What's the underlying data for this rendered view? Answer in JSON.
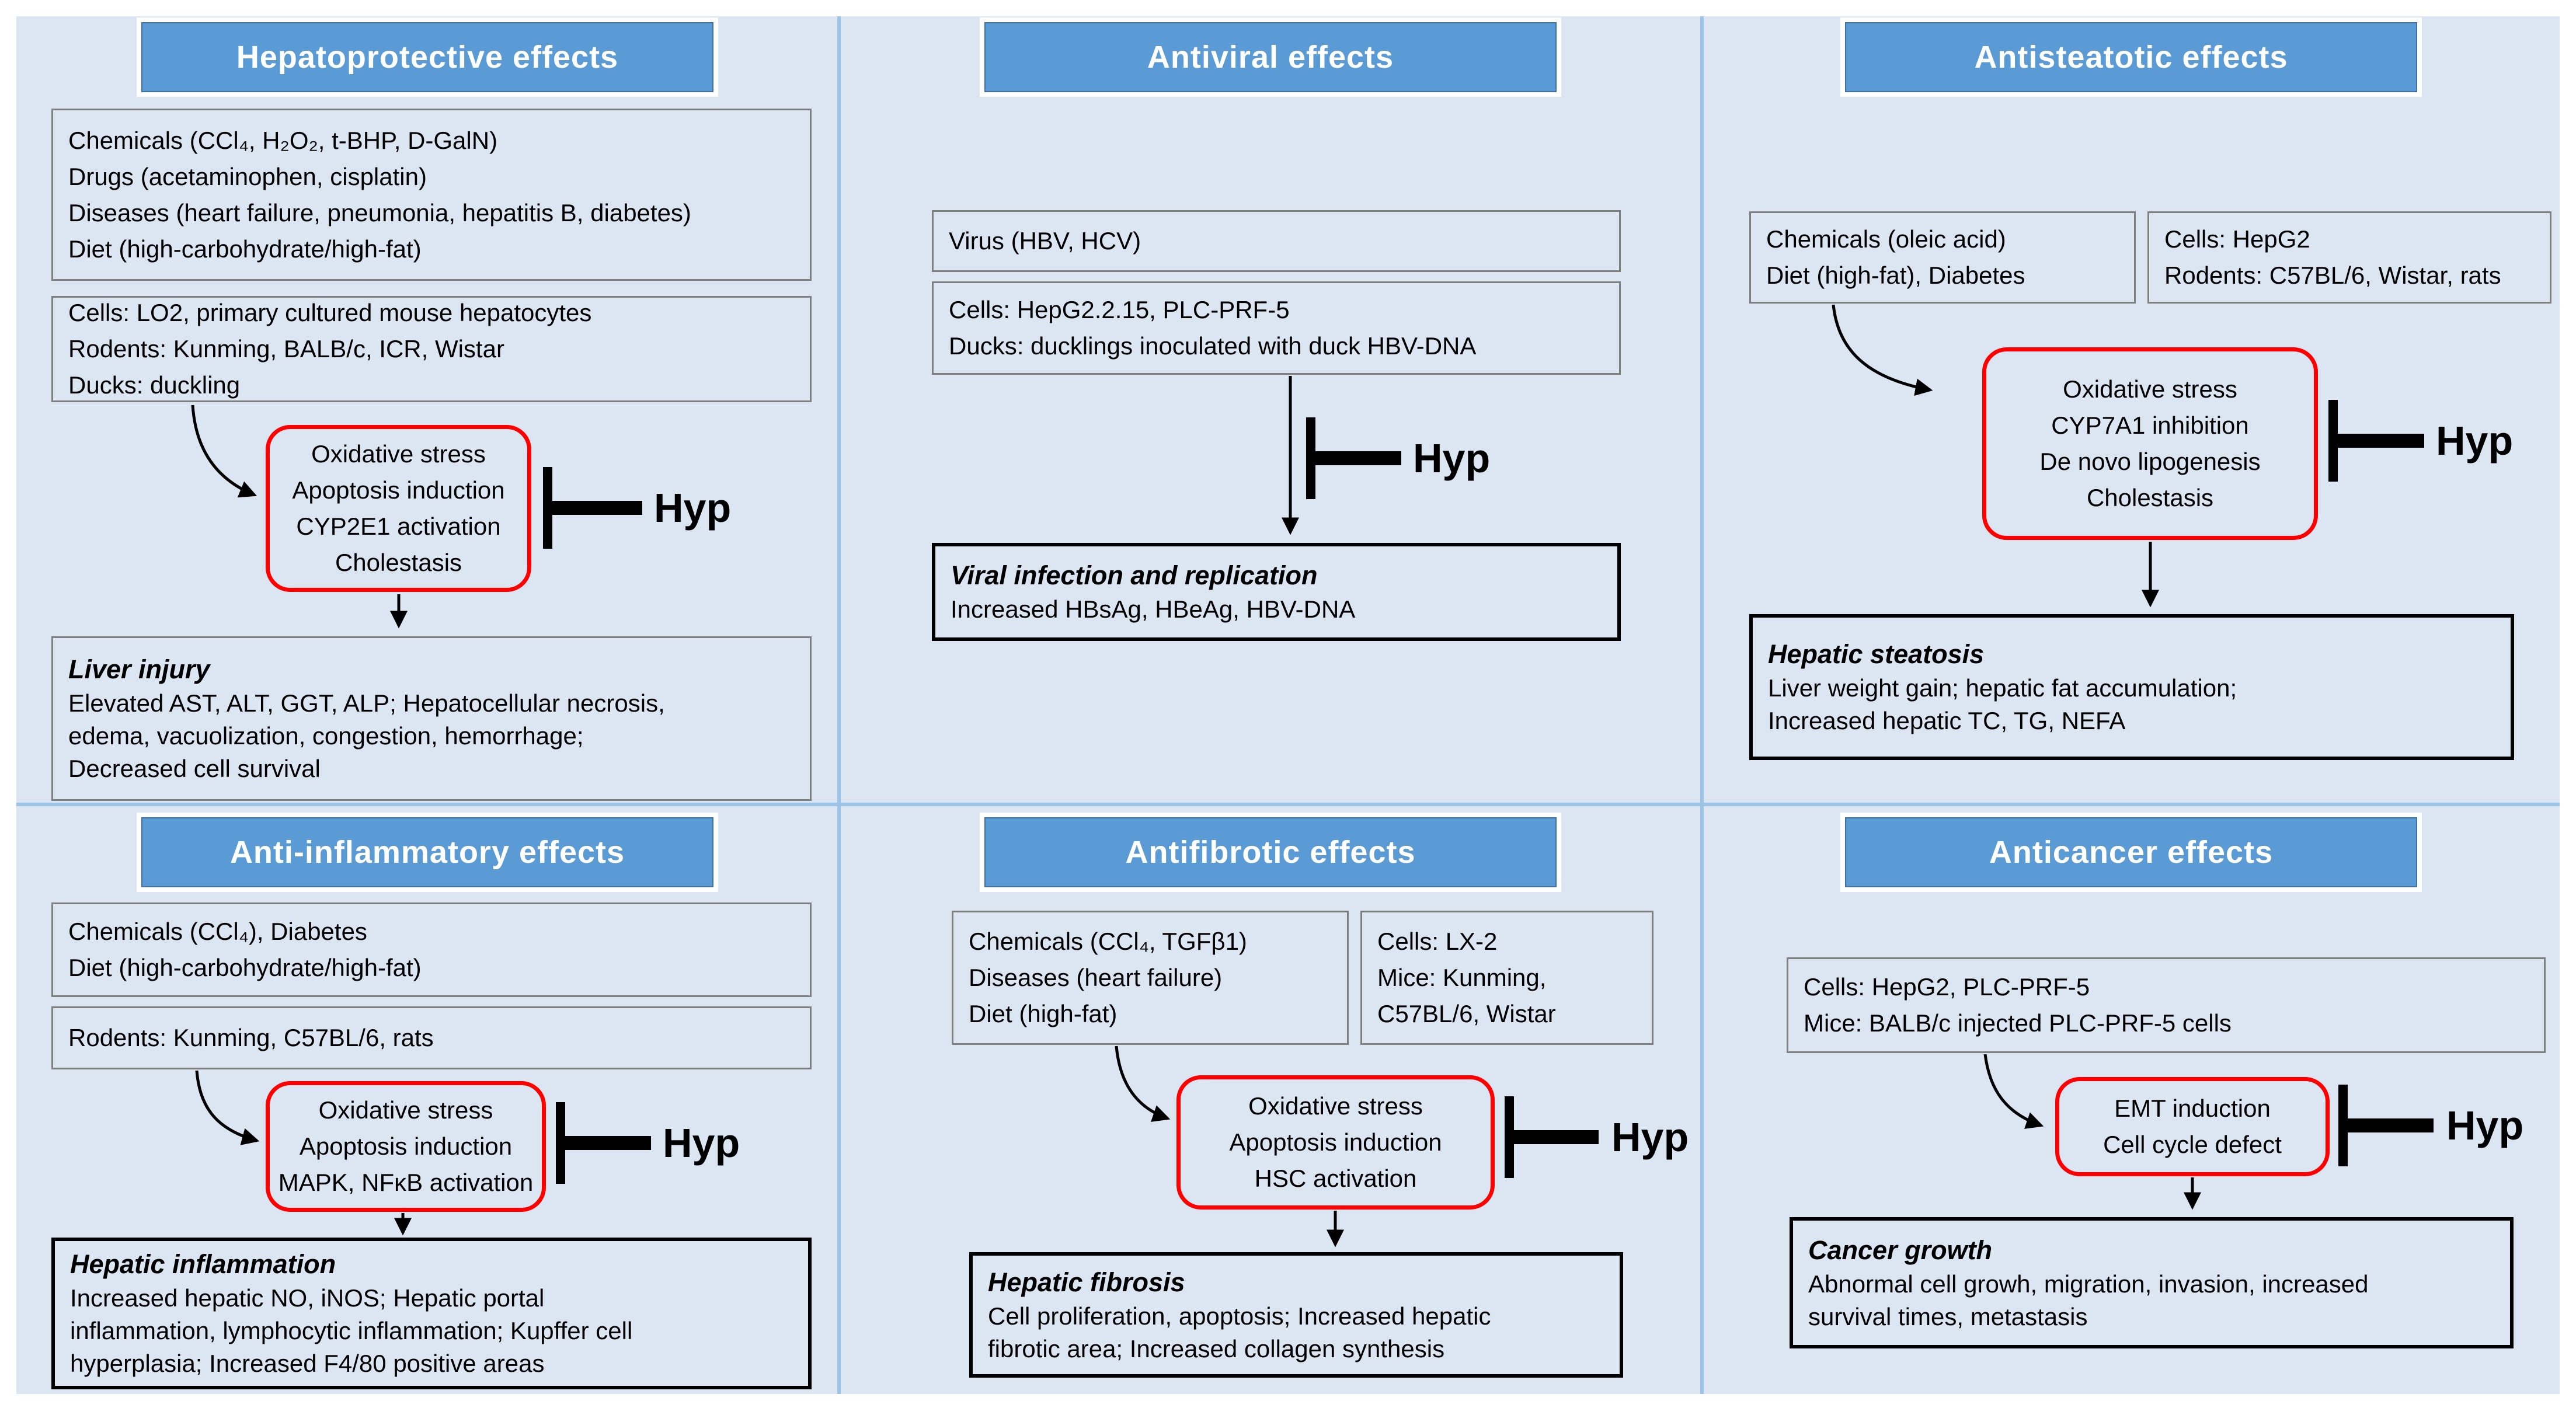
{
  "hyp_label": "Hyp",
  "colors": {
    "canvas_bg": "#dce6f2",
    "divider": "#9dc3e6",
    "header_fill": "#5b9bd5",
    "header_border": "#41719c",
    "header_text": "#ffffff",
    "input_box_border": "#7f7f7f",
    "mechanism_box_border": "#ff0000",
    "outcome_box_border": "#000000",
    "arrow": "#000000"
  },
  "panels": [
    {
      "header": "Hepatoprotective effects",
      "inducers": {
        "lines": [
          "Chemicals (CCl₄, H₂O₂, t-BHP, D-GalN)",
          "Drugs (acetaminophen, cisplatin)",
          "Diseases (heart failure, pneumonia, hepatitis B, diabetes)",
          "Diet (high-carbohydrate/high-fat)"
        ]
      },
      "models": {
        "lines": [
          "Cells: LO2, primary cultured mouse hepatocytes",
          "Rodents: Kunming, BALB/c, ICR, Wistar",
          "Ducks: duckling"
        ]
      },
      "mechanisms": {
        "lines": [
          "Oxidative stress",
          "Apoptosis induction",
          "CYP2E1 activation",
          "Cholestasis"
        ]
      },
      "outcome": {
        "title": "Liver injury",
        "lines": [
          "Elevated AST, ALT, GGT, ALP; Hepatocellular necrosis,",
          "edema, vacuolization, congestion, hemorrhage;",
          "Decreased cell survival"
        ]
      }
    },
    {
      "header": "Antiviral effects",
      "inducers": {
        "lines": [
          "Virus (HBV, HCV)"
        ]
      },
      "models": {
        "lines": [
          "Cells: HepG2.2.15, PLC-PRF-5",
          "Ducks: ducklings inoculated with duck HBV-DNA"
        ]
      },
      "outcome": {
        "title": "Viral infection and replication",
        "lines": [
          "Increased HBsAg, HBeAg, HBV-DNA"
        ]
      }
    },
    {
      "header": "Antisteatotic effects",
      "inducers": {
        "lines": [
          "Chemicals (oleic acid)",
          "Diet (high-fat), Diabetes"
        ]
      },
      "models": {
        "lines": [
          "Cells: HepG2",
          "Rodents: C57BL/6, Wistar, rats"
        ]
      },
      "mechanisms": {
        "lines": [
          "Oxidative stress",
          "CYP7A1 inhibition",
          "De novo lipogenesis",
          "Cholestasis"
        ]
      },
      "outcome": {
        "title": "Hepatic steatosis",
        "lines": [
          "Liver weight gain; hepatic fat accumulation;",
          "Increased hepatic TC, TG, NEFA"
        ]
      }
    },
    {
      "header": "Anti-inflammatory effects",
      "inducers": {
        "lines": [
          "Chemicals (CCl₄), Diabetes",
          "Diet (high-carbohydrate/high-fat)"
        ]
      },
      "models": {
        "lines": [
          "Rodents: Kunming, C57BL/6, rats"
        ]
      },
      "mechanisms": {
        "lines": [
          "Oxidative stress",
          "Apoptosis induction",
          "MAPK, NFκB activation"
        ]
      },
      "outcome": {
        "title": "Hepatic inflammation",
        "lines": [
          "Increased hepatic NO, iNOS; Hepatic portal",
          "inflammation, lymphocytic inflammation; Kupffer cell",
          "hyperplasia; Increased F4/80 positive areas"
        ]
      }
    },
    {
      "header": "Antifibrotic effects",
      "inducers": {
        "lines": [
          "Chemicals (CCl₄, TGFβ1)",
          "Diseases (heart failure)",
          "Diet (high-fat)"
        ]
      },
      "models": {
        "lines": [
          "Cells: LX-2",
          "Mice: Kunming,",
          "C57BL/6, Wistar"
        ]
      },
      "mechanisms": {
        "lines": [
          "Oxidative stress",
          "Apoptosis induction",
          "HSC activation"
        ]
      },
      "outcome": {
        "title": "Hepatic fibrosis",
        "lines": [
          "Cell proliferation, apoptosis; Increased hepatic",
          "fibrotic area; Increased collagen synthesis"
        ]
      }
    },
    {
      "header": "Anticancer effects",
      "models": {
        "lines": [
          "Cells: HepG2, PLC-PRF-5",
          "Mice: BALB/c injected PLC-PRF-5 cells"
        ]
      },
      "mechanisms": {
        "lines": [
          "EMT induction",
          "Cell cycle defect"
        ]
      },
      "outcome": {
        "title": "Cancer growth",
        "lines": [
          "Abnormal cell growh, migration, invasion, increased",
          "survival times, metastasis"
        ]
      }
    }
  ]
}
